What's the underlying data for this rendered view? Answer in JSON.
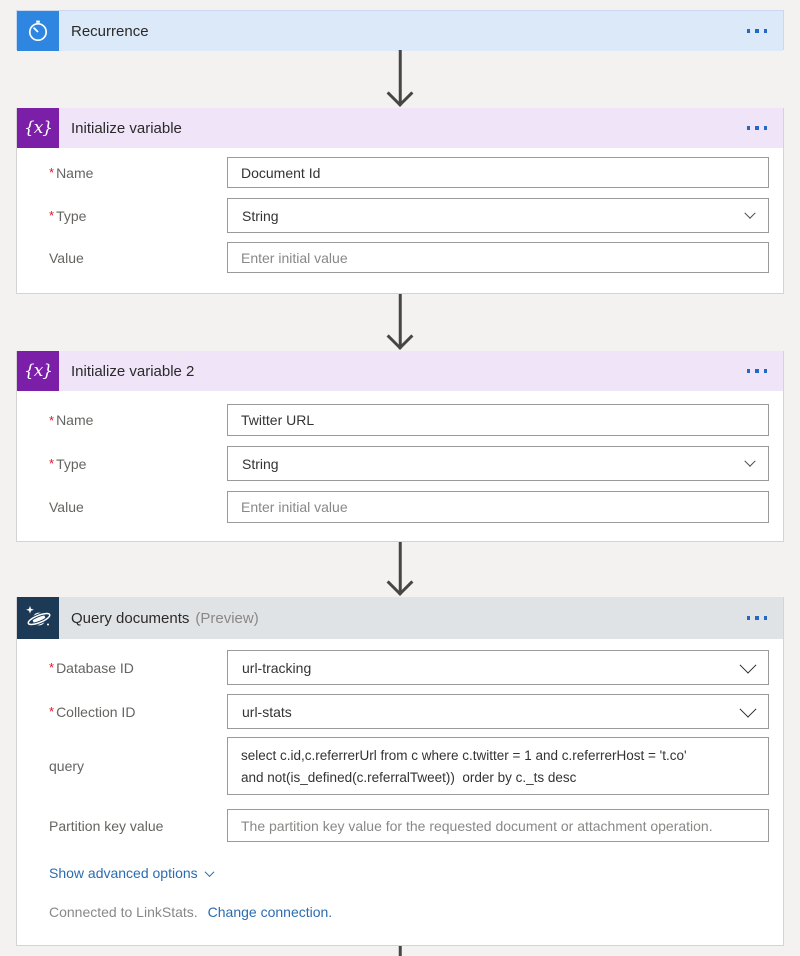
{
  "ui": {
    "required_marker": "*",
    "colors": {
      "page_bg": "#f3f2f1",
      "arrow": "#484644",
      "link_blue": "#2b6cb0",
      "ellipsis_blue": "#2268c4",
      "recurrence_header_bg": "#dbe9f8",
      "recurrence_icon_bg": "#2e86e0",
      "variable_header_bg": "#efe4f8",
      "variable_icon_bg": "#7c1fa8",
      "cosmos_header_bg": "#e0e3e6",
      "cosmos_icon_bg": "#1c3a56"
    }
  },
  "cards": [
    {
      "title": "Recurrence",
      "header_bg": "#dbe9f8",
      "icon_bg": "#2e86e0"
    },
    {
      "title": "Initialize variable",
      "icon_glyph": "{x}",
      "header_bg": "#efe4f8",
      "icon_bg": "#7c1fa8",
      "fields": {
        "name": {
          "label": "Name",
          "value": "Document Id"
        },
        "type": {
          "label": "Type",
          "value": "String"
        },
        "value": {
          "label": "Value",
          "placeholder": "Enter initial value"
        }
      }
    },
    {
      "title": "Initialize variable 2",
      "icon_glyph": "{x}",
      "header_bg": "#efe4f8",
      "icon_bg": "#7c1fa8",
      "fields": {
        "name": {
          "label": "Name",
          "value": "Twitter URL"
        },
        "type": {
          "label": "Type",
          "value": "String"
        },
        "value": {
          "label": "Value",
          "placeholder": "Enter initial value"
        }
      }
    },
    {
      "title": "Query documents",
      "subtitle": "(Preview)",
      "header_bg": "#e0e3e6",
      "icon_bg": "#1c3a56",
      "fields": {
        "database": {
          "label": "Database ID",
          "value": "url-tracking"
        },
        "collection": {
          "label": "Collection ID",
          "value": "url-stats"
        },
        "query": {
          "label": "query",
          "lines": [
            "select c.id,c.referrerUrl from c where c.twitter = 1 and c.referrerHost = 't.co'",
            "and not(is_defined(c.referralTweet))  order by c._ts desc"
          ]
        },
        "partition": {
          "label": "Partition key value",
          "placeholder": "The partition key value for the requested document or attachment operation."
        }
      },
      "advanced_options_label": "Show advanced options",
      "connection_status": "Connected to LinkStats.",
      "change_connection_label": "Change connection."
    }
  ]
}
